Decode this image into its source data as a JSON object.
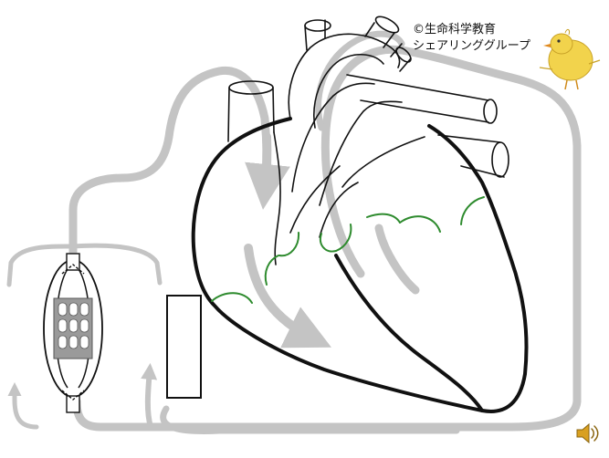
{
  "credit": {
    "line1": "©生命科学教育",
    "line2": "シェアリンググループ"
  },
  "colors": {
    "flow": "#c4c4c4",
    "outline": "#111111",
    "valve": "#2e8b2e",
    "chick": "#f2d34c",
    "speaker": "#d9a020"
  },
  "icons": {
    "speaker": "speaker-icon",
    "mascot": "chick-drawing"
  }
}
